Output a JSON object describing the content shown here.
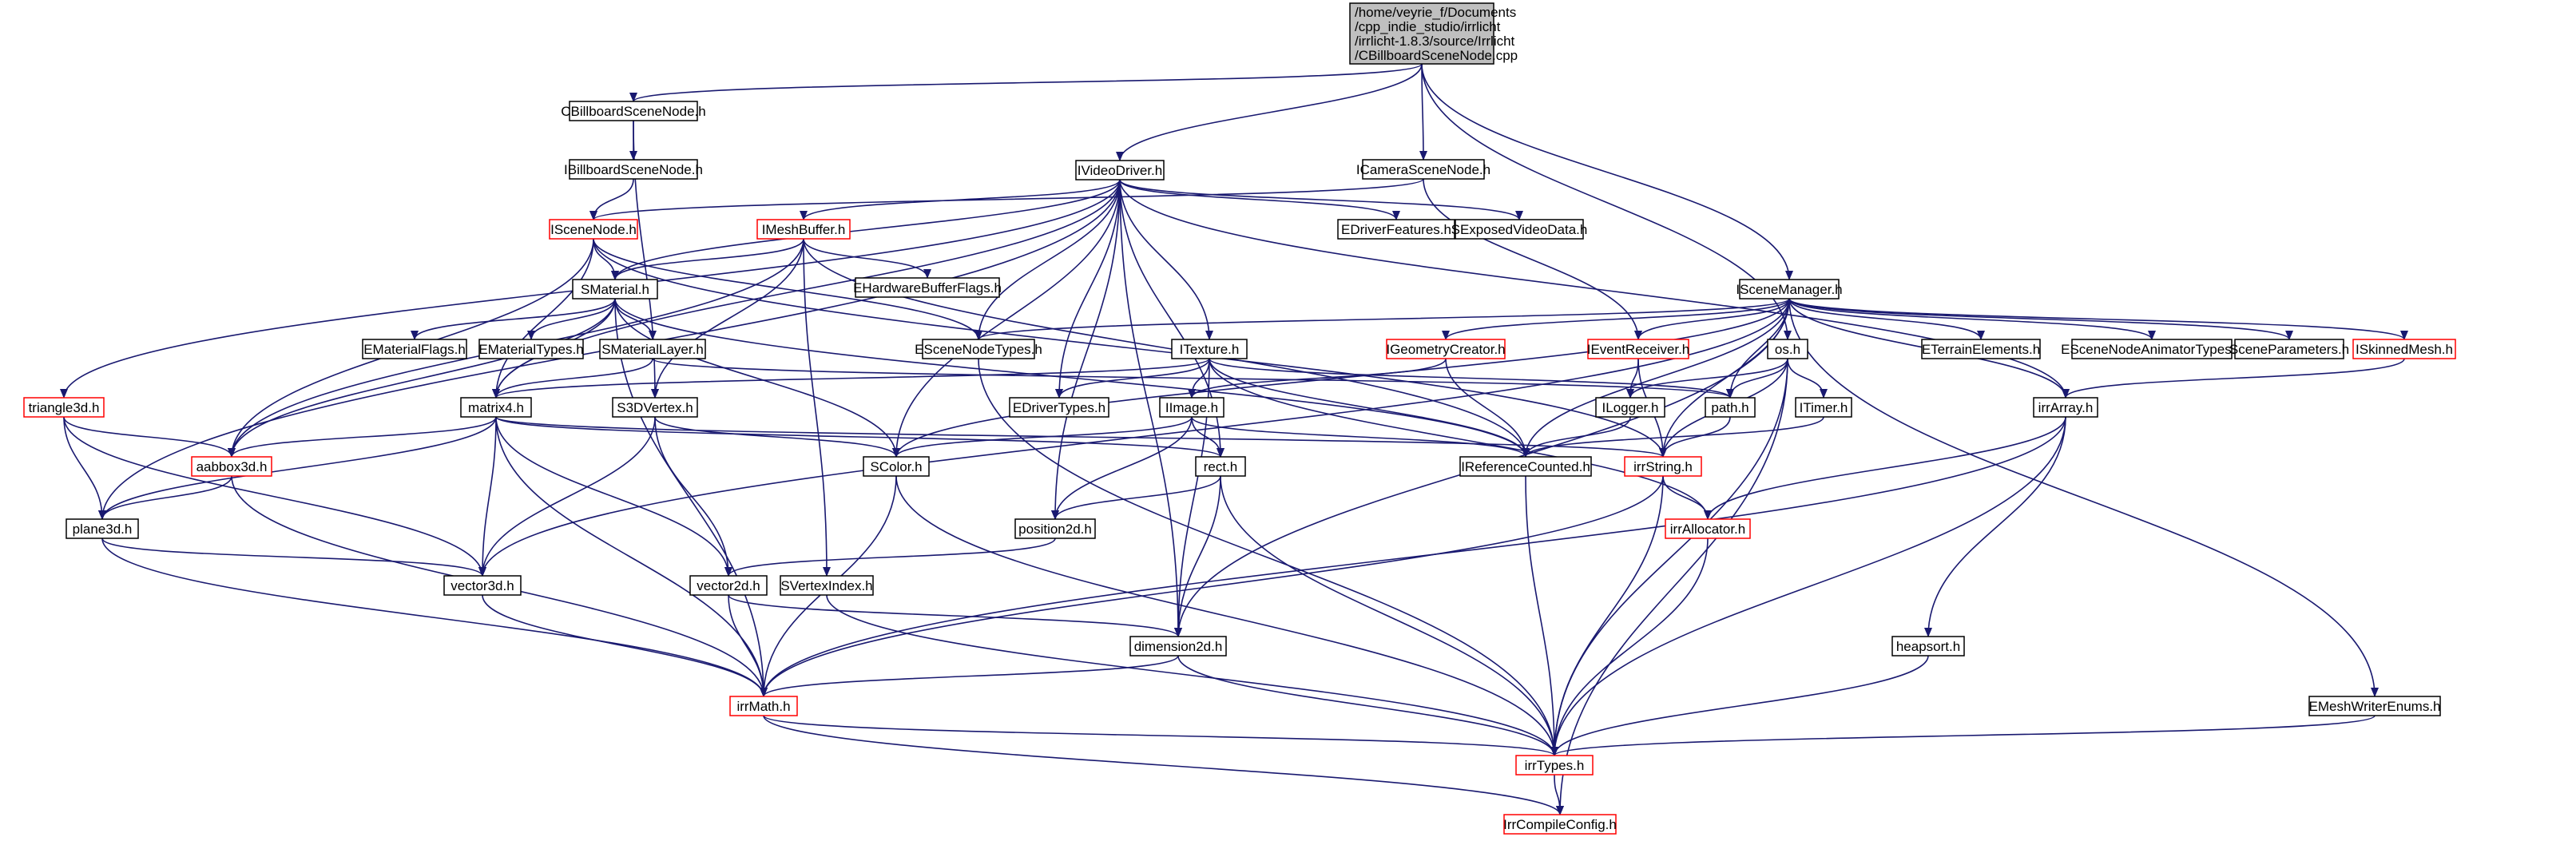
{
  "graph": {
    "colors": {
      "edge": "#191970",
      "node_fill": "#ffffff",
      "node_border": "#000000",
      "incomplete_border": "#ff0000",
      "root_fill": "#bfbfbf",
      "text": "#000000"
    },
    "root": {
      "id": "root",
      "lines": [
        "/home/veyrie_f/Documents",
        "/cpp_indie_studio/irrlicht",
        "/irrlicht-1.8.3/source/Irrlicht",
        "/CBillboardSceneNode.cpp"
      ]
    },
    "nodes": [
      {
        "id": "cbsn",
        "label": "CBillboardSceneNode.h",
        "incomplete": false
      },
      {
        "id": "ibsn",
        "label": "IBillboardSceneNode.h",
        "incomplete": false
      },
      {
        "id": "isn",
        "label": "ISceneNode.h",
        "incomplete": true
      },
      {
        "id": "ivd",
        "label": "IVideoDriver.h",
        "incomplete": false
      },
      {
        "id": "imb",
        "label": "IMeshBuffer.h",
        "incomplete": true
      },
      {
        "id": "icsn",
        "label": "ICameraSceneNode.h",
        "incomplete": false
      },
      {
        "id": "edf",
        "label": "EDriverFeatures.h",
        "incomplete": false
      },
      {
        "id": "sevd",
        "label": "SExposedVideoData.h",
        "incomplete": false
      },
      {
        "id": "ehbf",
        "label": "EHardwareBufferFlags.h",
        "incomplete": false
      },
      {
        "id": "smat",
        "label": "SMaterial.h",
        "incomplete": false
      },
      {
        "id": "ismgr",
        "label": "ISceneManager.h",
        "incomplete": false
      },
      {
        "id": "emf",
        "label": "EMaterialFlags.h",
        "incomplete": false
      },
      {
        "id": "emt",
        "label": "EMaterialTypes.h",
        "incomplete": false
      },
      {
        "id": "sml",
        "label": "SMaterialLayer.h",
        "incomplete": false
      },
      {
        "id": "esnt",
        "label": "ESceneNodeTypes.h",
        "incomplete": false
      },
      {
        "id": "itex",
        "label": "ITexture.h",
        "incomplete": false
      },
      {
        "id": "igc",
        "label": "IGeometryCreator.h",
        "incomplete": true
      },
      {
        "id": "ier",
        "label": "IEventReceiver.h",
        "incomplete": true
      },
      {
        "id": "os",
        "label": "os.h",
        "incomplete": false
      },
      {
        "id": "ete",
        "label": "ETerrainElements.h",
        "incomplete": false
      },
      {
        "id": "esnat",
        "label": "ESceneNodeAnimatorTypes.h",
        "incomplete": false
      },
      {
        "id": "sp",
        "label": "SceneParameters.h",
        "incomplete": false
      },
      {
        "id": "iskm",
        "label": "ISkinnedMesh.h",
        "incomplete": true
      },
      {
        "id": "tri",
        "label": "triangle3d.h",
        "incomplete": true
      },
      {
        "id": "m4",
        "label": "matrix4.h",
        "incomplete": false
      },
      {
        "id": "s3dv",
        "label": "S3DVertex.h",
        "incomplete": false
      },
      {
        "id": "edt",
        "label": "EDriverTypes.h",
        "incomplete": false
      },
      {
        "id": "iimg",
        "label": "IImage.h",
        "incomplete": false
      },
      {
        "id": "ilog",
        "label": "ILogger.h",
        "incomplete": false
      },
      {
        "id": "path",
        "label": "path.h",
        "incomplete": false
      },
      {
        "id": "itim",
        "label": "ITimer.h",
        "incomplete": false
      },
      {
        "id": "iarr",
        "label": "irrArray.h",
        "incomplete": false
      },
      {
        "id": "aabb",
        "label": "aabbox3d.h",
        "incomplete": true
      },
      {
        "id": "scol",
        "label": "SColor.h",
        "incomplete": false
      },
      {
        "id": "rect",
        "label": "rect.h",
        "incomplete": false
      },
      {
        "id": "irc",
        "label": "IReferenceCounted.h",
        "incomplete": false
      },
      {
        "id": "istr",
        "label": "irrString.h",
        "incomplete": true
      },
      {
        "id": "plane",
        "label": "plane3d.h",
        "incomplete": false
      },
      {
        "id": "pos2",
        "label": "position2d.h",
        "incomplete": false
      },
      {
        "id": "ialloc",
        "label": "irrAllocator.h",
        "incomplete": true
      },
      {
        "id": "v3d",
        "label": "vector3d.h",
        "incomplete": false
      },
      {
        "id": "v2d",
        "label": "vector2d.h",
        "incomplete": false
      },
      {
        "id": "svi",
        "label": "SVertexIndex.h",
        "incomplete": false
      },
      {
        "id": "dim",
        "label": "dimension2d.h",
        "incomplete": false
      },
      {
        "id": "hsort",
        "label": "heapsort.h",
        "incomplete": false
      },
      {
        "id": "emwe",
        "label": "EMeshWriterEnums.h",
        "incomplete": false
      },
      {
        "id": "imath",
        "label": "irrMath.h",
        "incomplete": true
      },
      {
        "id": "itypes",
        "label": "irrTypes.h",
        "incomplete": true
      },
      {
        "id": "icc",
        "label": "IrrCompileConfig.h",
        "incomplete": true
      }
    ],
    "edges": [
      [
        "root",
        "cbsn"
      ],
      [
        "root",
        "ivd"
      ],
      [
        "root",
        "icsn"
      ],
      [
        "root",
        "ismgr"
      ],
      [
        "root",
        "os"
      ],
      [
        "cbsn",
        "ibsn"
      ],
      [
        "cbsn",
        "s3dv"
      ],
      [
        "ibsn",
        "isn"
      ],
      [
        "icsn",
        "isn"
      ],
      [
        "icsn",
        "ier"
      ],
      [
        "ivd",
        "imb"
      ],
      [
        "ivd",
        "smat"
      ],
      [
        "ivd",
        "edf"
      ],
      [
        "ivd",
        "sevd"
      ],
      [
        "ivd",
        "itex"
      ],
      [
        "ivd",
        "edt"
      ],
      [
        "ivd",
        "scol"
      ],
      [
        "ivd",
        "rect"
      ],
      [
        "ivd",
        "dim"
      ],
      [
        "ivd",
        "pos2"
      ],
      [
        "ivd",
        "m4"
      ],
      [
        "ivd",
        "tri"
      ],
      [
        "ivd",
        "plane"
      ],
      [
        "ivd",
        "iarr"
      ],
      [
        "ivd",
        "esnt"
      ],
      [
        "isn",
        "smat"
      ],
      [
        "isn",
        "m4"
      ],
      [
        "isn",
        "aabb"
      ],
      [
        "isn",
        "esnt"
      ],
      [
        "isn",
        "istr"
      ],
      [
        "imb",
        "smat"
      ],
      [
        "imb",
        "ehbf"
      ],
      [
        "imb",
        "s3dv"
      ],
      [
        "imb",
        "svi"
      ],
      [
        "imb",
        "irc"
      ],
      [
        "imb",
        "aabb"
      ],
      [
        "smat",
        "emf"
      ],
      [
        "smat",
        "emt"
      ],
      [
        "smat",
        "sml"
      ],
      [
        "smat",
        "scol"
      ],
      [
        "smat",
        "m4"
      ],
      [
        "smat",
        "aabb"
      ],
      [
        "smat",
        "imath"
      ],
      [
        "smat",
        "irc"
      ],
      [
        "sml",
        "m4"
      ],
      [
        "sml",
        "path"
      ],
      [
        "esnt",
        "itypes"
      ],
      [
        "ismgr",
        "igc"
      ],
      [
        "ismgr",
        "ier"
      ],
      [
        "ismgr",
        "path"
      ],
      [
        "ismgr",
        "ete"
      ],
      [
        "ismgr",
        "esnat"
      ],
      [
        "ismgr",
        "sp"
      ],
      [
        "ismgr",
        "iskm"
      ],
      [
        "ismgr",
        "iarr"
      ],
      [
        "ismgr",
        "esnt"
      ],
      [
        "ismgr",
        "scol"
      ],
      [
        "ismgr",
        "dim"
      ],
      [
        "ismgr",
        "irc"
      ],
      [
        "ismgr",
        "v3d"
      ],
      [
        "ismgr",
        "istr"
      ],
      [
        "ismgr",
        "emwe"
      ],
      [
        "itex",
        "iimg"
      ],
      [
        "itex",
        "edt"
      ],
      [
        "itex",
        "path"
      ],
      [
        "itex",
        "irc"
      ],
      [
        "itex",
        "m4"
      ],
      [
        "itex",
        "dim"
      ],
      [
        "itex",
        "ialloc"
      ],
      [
        "igc",
        "iimg"
      ],
      [
        "igc",
        "irc"
      ],
      [
        "ier",
        "ilog"
      ],
      [
        "ier",
        "istr"
      ],
      [
        "os",
        "ilog"
      ],
      [
        "os",
        "path"
      ],
      [
        "os",
        "itim"
      ],
      [
        "os",
        "istr"
      ],
      [
        "os",
        "itypes"
      ],
      [
        "os",
        "icc"
      ],
      [
        "iskm",
        "iarr"
      ],
      [
        "tri",
        "aabb"
      ],
      [
        "tri",
        "plane"
      ],
      [
        "tri",
        "v3d"
      ],
      [
        "m4",
        "aabb"
      ],
      [
        "m4",
        "plane"
      ],
      [
        "m4",
        "v3d"
      ],
      [
        "m4",
        "v2d"
      ],
      [
        "m4",
        "imath"
      ],
      [
        "m4",
        "rect"
      ],
      [
        "m4",
        "istr"
      ],
      [
        "s3dv",
        "scol"
      ],
      [
        "s3dv",
        "v3d"
      ],
      [
        "s3dv",
        "v2d"
      ],
      [
        "iimg",
        "scol"
      ],
      [
        "iimg",
        "rect"
      ],
      [
        "iimg",
        "irc"
      ],
      [
        "iimg",
        "pos2"
      ],
      [
        "ilog",
        "irc"
      ],
      [
        "path",
        "istr"
      ],
      [
        "itim",
        "irc"
      ],
      [
        "iarr",
        "ialloc"
      ],
      [
        "iarr",
        "hsort"
      ],
      [
        "iarr",
        "itypes"
      ],
      [
        "iarr",
        "imath"
      ],
      [
        "aabb",
        "plane"
      ],
      [
        "aabb",
        "imath"
      ],
      [
        "scol",
        "imath"
      ],
      [
        "scol",
        "itypes"
      ],
      [
        "rect",
        "pos2"
      ],
      [
        "rect",
        "dim"
      ],
      [
        "rect",
        "itypes"
      ],
      [
        "irc",
        "itypes"
      ],
      [
        "istr",
        "ialloc"
      ],
      [
        "istr",
        "itypes"
      ],
      [
        "istr",
        "imath"
      ],
      [
        "plane",
        "v3d"
      ],
      [
        "plane",
        "imath"
      ],
      [
        "pos2",
        "v2d"
      ],
      [
        "ialloc",
        "itypes"
      ],
      [
        "v3d",
        "imath"
      ],
      [
        "v2d",
        "imath"
      ],
      [
        "v2d",
        "dim"
      ],
      [
        "svi",
        "itypes"
      ],
      [
        "dim",
        "imath"
      ],
      [
        "dim",
        "itypes"
      ],
      [
        "hsort",
        "itypes"
      ],
      [
        "emwe",
        "itypes"
      ],
      [
        "imath",
        "itypes"
      ],
      [
        "imath",
        "icc"
      ],
      [
        "itypes",
        "icc"
      ]
    ]
  }
}
